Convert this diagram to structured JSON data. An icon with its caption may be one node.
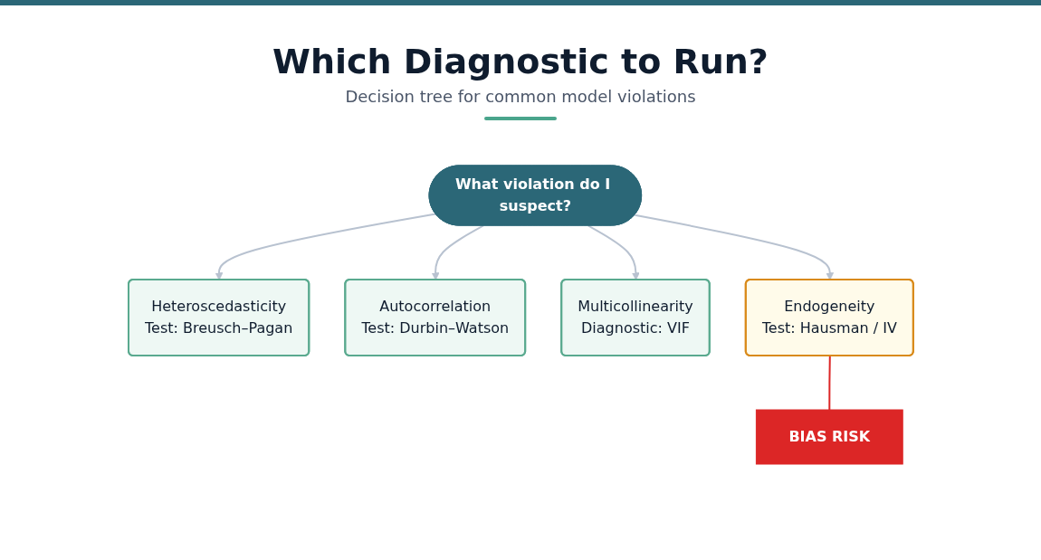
{
  "diagram": {
    "title": "Which Diagnostic to Run?",
    "caption": "Decision tree for common model violations",
    "nodes": [
      {
        "text": [
          "What violation do I suspect?"
        ]
      },
      {
        "text": [
          "Heteroscedasticity",
          "Test: Breusch–Pagan"
        ]
      },
      {
        "text": [
          "Autocorrelation",
          "Test: Durbin–Watson"
        ]
      },
      {
        "text": [
          "Multicollinearity",
          "Diagnostic: VIF"
        ]
      },
      {
        "text": [
          "Endogeneity",
          "Test: Hausman / IV"
        ]
      },
      {
        "text": [
          "BIAS RISK"
        ]
      }
    ],
    "edges": [
      {
        "from": 0,
        "to": 1,
        "arrow": "to"
      },
      {
        "from": 0,
        "to": 2,
        "arrow": "to"
      },
      {
        "from": 0,
        "to": 3,
        "arrow": "to"
      },
      {
        "from": 0,
        "to": 4,
        "arrow": "to"
      },
      {
        "from": 4,
        "to": 5,
        "arrow": "none",
        "color": "#dc2626"
      }
    ]
  }
}
